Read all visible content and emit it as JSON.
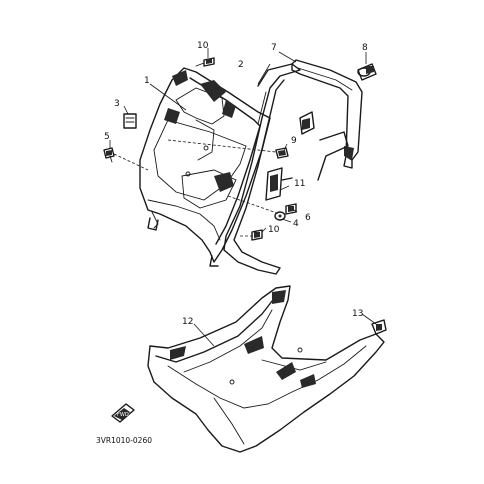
{
  "diagram": {
    "callouts": {
      "c1": "1",
      "c2": "2",
      "c3": "3",
      "c4": "4",
      "c5": "5",
      "c6": "6",
      "c7": "7",
      "c8": "8",
      "c9": "9",
      "c10a": "10",
      "c10b": "10",
      "c11": "11",
      "c12": "12",
      "c13": "13"
    },
    "fwd_mark": "FWD",
    "drawing_code": "3VR1010-0260"
  }
}
